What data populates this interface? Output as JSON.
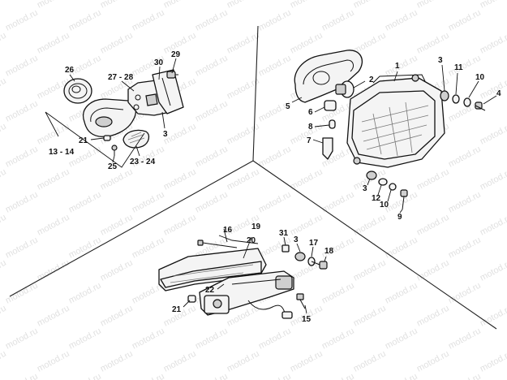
{
  "watermark": "motod.ru",
  "callouts": {
    "headlight": {
      "c1": "1",
      "c2": "2",
      "c3a": "3",
      "c3b": "3",
      "c4": "4",
      "c5": "5",
      "c6": "6",
      "c7": "7",
      "c8": "8",
      "c9": "9",
      "c10a": "10",
      "c10b": "10",
      "c11": "11",
      "c12": "12"
    },
    "turn_signal": {
      "c26": "26",
      "c27_28": "27 - 28",
      "c30": "30",
      "c29": "29",
      "c3": "3",
      "c21": "21",
      "c13_14": "13 - 14",
      "c25": "25",
      "c23_24": "23 - 24"
    },
    "tail_light": {
      "c16": "16",
      "c19": "19",
      "c20": "20",
      "c31": "31",
      "c3": "3",
      "c17": "17",
      "c18": "18",
      "c22": "22",
      "c21": "21",
      "c15": "15"
    }
  }
}
